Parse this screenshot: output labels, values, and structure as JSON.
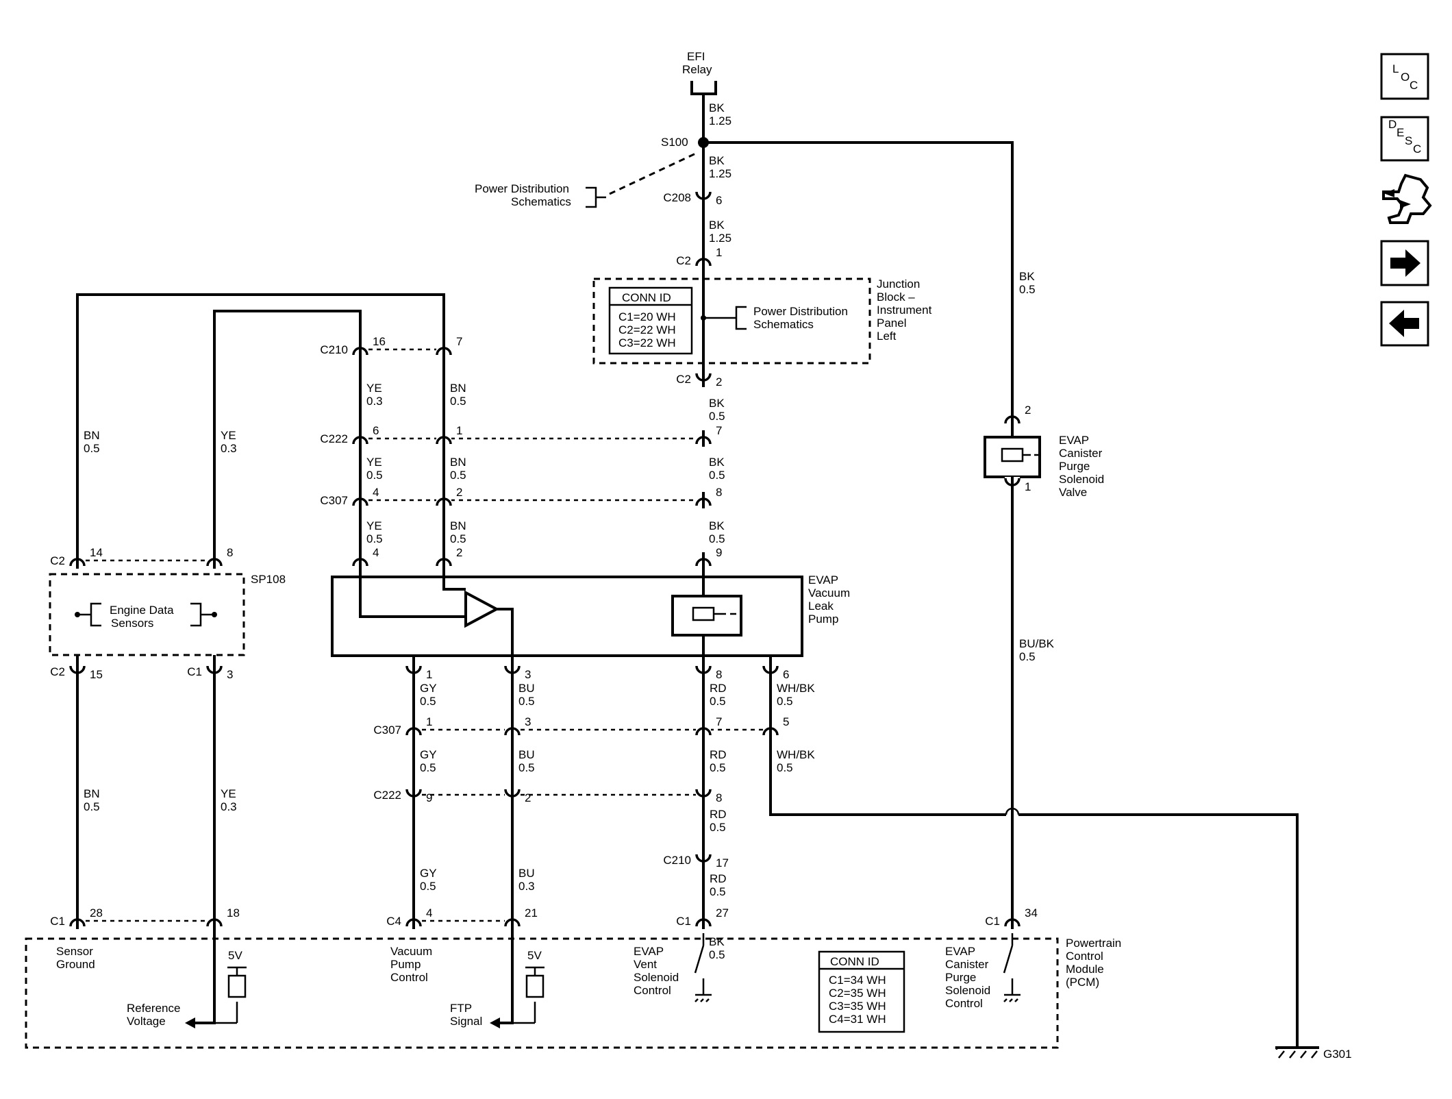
{
  "relay": {
    "line1": "EFI",
    "line2": "Relay"
  },
  "splice": "S100",
  "ref_left": {
    "line1": "Power Distribution",
    "line2": "Schematics"
  },
  "ref_junction": {
    "line1": "Power Distribution",
    "line2": "Schematics"
  },
  "junction_block": {
    "lines": [
      "Junction",
      "Block –",
      "Instrument",
      "Panel",
      "Left"
    ]
  },
  "conn_id_top": {
    "title": "CONN ID",
    "rows": [
      "C1=20 WH",
      "C2=22 WH",
      "C3=22 WH"
    ]
  },
  "conn_id_pcm": {
    "title": "CONN ID",
    "rows": [
      "C1=34 WH",
      "C2=35 WH",
      "C3=35 WH",
      "C4=31 WH"
    ]
  },
  "sp108": "SP108",
  "engine_data": {
    "line1": "Engine Data",
    "line2": "Sensors"
  },
  "pump": {
    "lines": [
      "EVAP",
      "Vacuum",
      "Leak",
      "Pump"
    ]
  },
  "purge_valve": {
    "lines": [
      "EVAP",
      "Canister",
      "Purge",
      "Solenoid",
      "Valve"
    ]
  },
  "pcm": {
    "lines": [
      "Powertrain",
      "Control",
      "Module",
      "(PCM)"
    ]
  },
  "pcm_labels": {
    "sensor_ground": [
      "Sensor",
      "Ground"
    ],
    "reference_voltage": [
      "Reference",
      "Voltage"
    ],
    "vacuum_pump_control": [
      "Vacuum",
      "Pump",
      "Control"
    ],
    "ftp_signal": [
      "FTP",
      "Signal"
    ],
    "vent_control": [
      "EVAP",
      "Vent",
      "Solenoid",
      "Control"
    ],
    "purge_control": [
      "EVAP",
      "Canister",
      "Purge",
      "Solenoid",
      "Control"
    ],
    "v5a": "5V",
    "v5b": "5V"
  },
  "ground": "G301",
  "wire_labels": [
    {
      "id": "bk1",
      "color": "BK",
      "size": "1.25"
    },
    {
      "id": "bk2",
      "color": "BK",
      "size": "1.25"
    },
    {
      "id": "bk3",
      "color": "BK",
      "size": "1.25"
    },
    {
      "id": "bk4",
      "color": "BK",
      "size": "0.5"
    },
    {
      "id": "bk5",
      "color": "BK",
      "size": "0.5"
    },
    {
      "id": "bk6",
      "color": "BK",
      "size": "0.5"
    },
    {
      "id": "bk7",
      "color": "BK",
      "size": "0.5"
    },
    {
      "id": "bk8",
      "color": "BK",
      "size": "0.5"
    },
    {
      "id": "bubk",
      "color": "BU/BK",
      "size": "0.5"
    },
    {
      "id": "ye1",
      "color": "YE",
      "size": "0.3"
    },
    {
      "id": "bn1",
      "color": "BN",
      "size": "0.5"
    },
    {
      "id": "ye2",
      "color": "YE",
      "size": "0.5"
    },
    {
      "id": "bn2",
      "color": "BN",
      "size": "0.5"
    },
    {
      "id": "ye3",
      "color": "YE",
      "size": "0.5"
    },
    {
      "id": "bn3",
      "color": "BN",
      "size": "0.5"
    },
    {
      "id": "bnL",
      "color": "BN",
      "size": "0.5"
    },
    {
      "id": "yeL",
      "color": "YE",
      "size": "0.3"
    },
    {
      "id": "gy1",
      "color": "GY",
      "size": "0.5"
    },
    {
      "id": "bu1",
      "color": "BU",
      "size": "0.5"
    },
    {
      "id": "rd1",
      "color": "RD",
      "size": "0.5"
    },
    {
      "id": "wh1",
      "color": "WH/BK",
      "size": "0.5"
    },
    {
      "id": "gy2",
      "color": "GY",
      "size": "0.5"
    },
    {
      "id": "bu2",
      "color": "BU",
      "size": "0.5"
    },
    {
      "id": "rd2",
      "color": "RD",
      "size": "0.5"
    },
    {
      "id": "wh2",
      "color": "WH/BK",
      "size": "0.5"
    },
    {
      "id": "rd3",
      "color": "RD",
      "size": "0.5"
    },
    {
      "id": "rd4",
      "color": "RD",
      "size": "0.5"
    },
    {
      "id": "bnB",
      "color": "BN",
      "size": "0.5"
    },
    {
      "id": "yeB",
      "color": "YE",
      "size": "0.3"
    },
    {
      "id": "gy3",
      "color": "GY",
      "size": "0.5"
    },
    {
      "id": "bu3",
      "color": "BU",
      "size": "0.3"
    }
  ],
  "connectors": [
    {
      "id": "c208",
      "name": "C208",
      "pin": "6"
    },
    {
      "id": "c2t",
      "name": "C2",
      "pin": "1"
    },
    {
      "id": "c2b",
      "name": "C2",
      "pin": "2"
    },
    {
      "id": "c210a",
      "name": "C210",
      "pin": "16"
    },
    {
      "id": "c210b",
      "name": "",
      "pin": "7"
    },
    {
      "id": "c222a",
      "name": "C222",
      "pin": "6"
    },
    {
      "id": "c222b",
      "name": "",
      "pin": "1"
    },
    {
      "id": "c222c",
      "name": "",
      "pin": "7"
    },
    {
      "id": "c307a",
      "name": "C307",
      "pin": "4"
    },
    {
      "id": "c307b",
      "name": "",
      "pin": "2"
    },
    {
      "id": "c307c",
      "name": "",
      "pin": "8"
    },
    {
      "id": "pumpA",
      "name": "",
      "pin": "4"
    },
    {
      "id": "pumpB",
      "name": "",
      "pin": "2"
    },
    {
      "id": "pumpC",
      "name": "",
      "pin": "9"
    },
    {
      "id": "purge2",
      "name": "",
      "pin": "2"
    },
    {
      "id": "purge1",
      "name": "",
      "pin": "1"
    },
    {
      "id": "c2l14",
      "name": "C2",
      "pin": "14"
    },
    {
      "id": "c2l8",
      "name": "",
      "pin": "8"
    },
    {
      "id": "c2l15",
      "name": "C2",
      "pin": "15"
    },
    {
      "id": "c1l3",
      "name": "C1",
      "pin": "3"
    },
    {
      "id": "pb1",
      "name": "",
      "pin": "1"
    },
    {
      "id": "pb3",
      "name": "",
      "pin": "3"
    },
    {
      "id": "pb8",
      "name": "",
      "pin": "8"
    },
    {
      "id": "pb6",
      "name": "",
      "pin": "6"
    },
    {
      "id": "c307d",
      "name": "C307",
      "pin": "1"
    },
    {
      "id": "c307e",
      "name": "",
      "pin": "3"
    },
    {
      "id": "c307f",
      "name": "",
      "pin": "7"
    },
    {
      "id": "c307g",
      "name": "",
      "pin": "5"
    },
    {
      "id": "c222d",
      "name": "C222",
      "pin": "9"
    },
    {
      "id": "c222e",
      "name": "",
      "pin": "2"
    },
    {
      "id": "c222f",
      "name": "",
      "pin": "8"
    },
    {
      "id": "c210c",
      "name": "C210",
      "pin": "17"
    },
    {
      "id": "pc28",
      "name": "C1",
      "pin": "28"
    },
    {
      "id": "pc18",
      "name": "",
      "pin": "18"
    },
    {
      "id": "pc4",
      "name": "C4",
      "pin": "4"
    },
    {
      "id": "pc21",
      "name": "",
      "pin": "21"
    },
    {
      "id": "pc27",
      "name": "C1",
      "pin": "27"
    },
    {
      "id": "pc34",
      "name": "C1",
      "pin": "34"
    }
  ],
  "nav": [
    {
      "id": "loc",
      "chars": [
        "L",
        "O",
        "C"
      ]
    },
    {
      "id": "desc",
      "chars": [
        "D",
        "E",
        "S",
        "C"
      ]
    }
  ],
  "nav_icons": [
    "component-view-icon",
    "arrow-right-icon",
    "arrow-left-icon"
  ]
}
